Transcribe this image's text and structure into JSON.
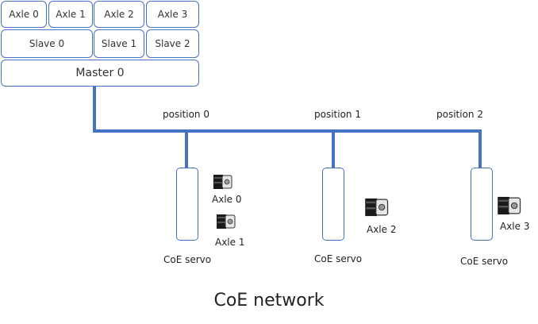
{
  "stack": {
    "axles": [
      "Axle 0",
      "Axle 1",
      "Axle 2",
      "Axle 3"
    ],
    "slaves": [
      "Slave 0",
      "Slave 1",
      "Slave 2"
    ],
    "master": "Master 0"
  },
  "positions": [
    "position  0",
    "position  1",
    "position  2"
  ],
  "devices": [
    {
      "type": "CoE servo",
      "axles": [
        "Axle 0",
        "Axle 1"
      ]
    },
    {
      "type": "CoE servo",
      "axles": [
        "Axle 2"
      ]
    },
    {
      "type": "CoE servo",
      "axles": [
        "Axle 3"
      ]
    }
  ],
  "icons": {
    "motor": "stepper-motor-icon"
  },
  "colors": {
    "bus": "#4472c4",
    "box_border": "#4472c4"
  },
  "title": "CoE network"
}
